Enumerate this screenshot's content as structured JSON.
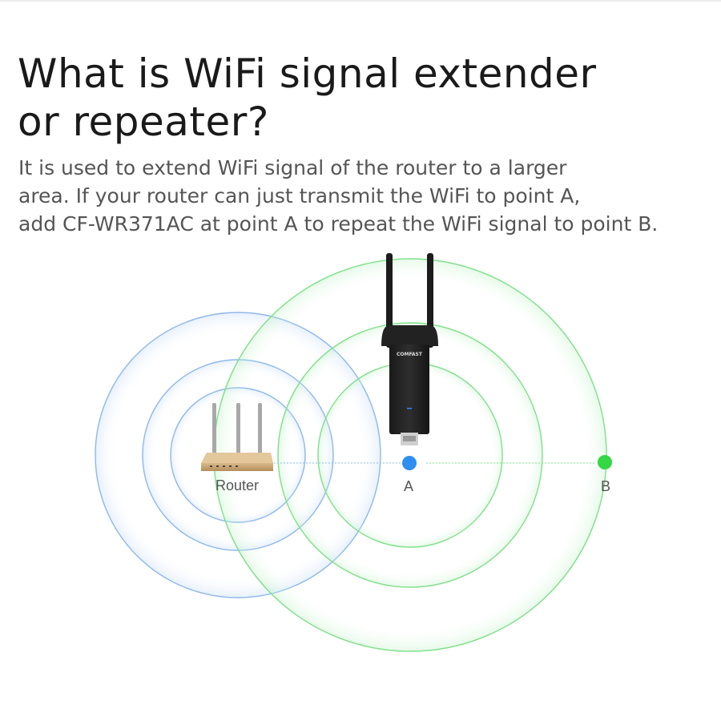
{
  "heading": {
    "line1": "What is WiFi signal extender",
    "line2": "or repeater?"
  },
  "description": {
    "line1": "It is used to extend WiFi signal of the router to a larger",
    "line2": "area. If your router can just transmit the WiFi to point A,",
    "line3": "add CF-WR371AC at point A to repeat the WiFi signal  to point B."
  },
  "diagram": {
    "router_label": "Router",
    "point_a_label": "A",
    "point_b_label": "B",
    "device_brand": "COMFAST",
    "colors": {
      "router_signal": "#8fb8ec",
      "repeater_signal": "#7fe08a",
      "point_a": "#2f8ff0",
      "point_b": "#33d844"
    }
  }
}
